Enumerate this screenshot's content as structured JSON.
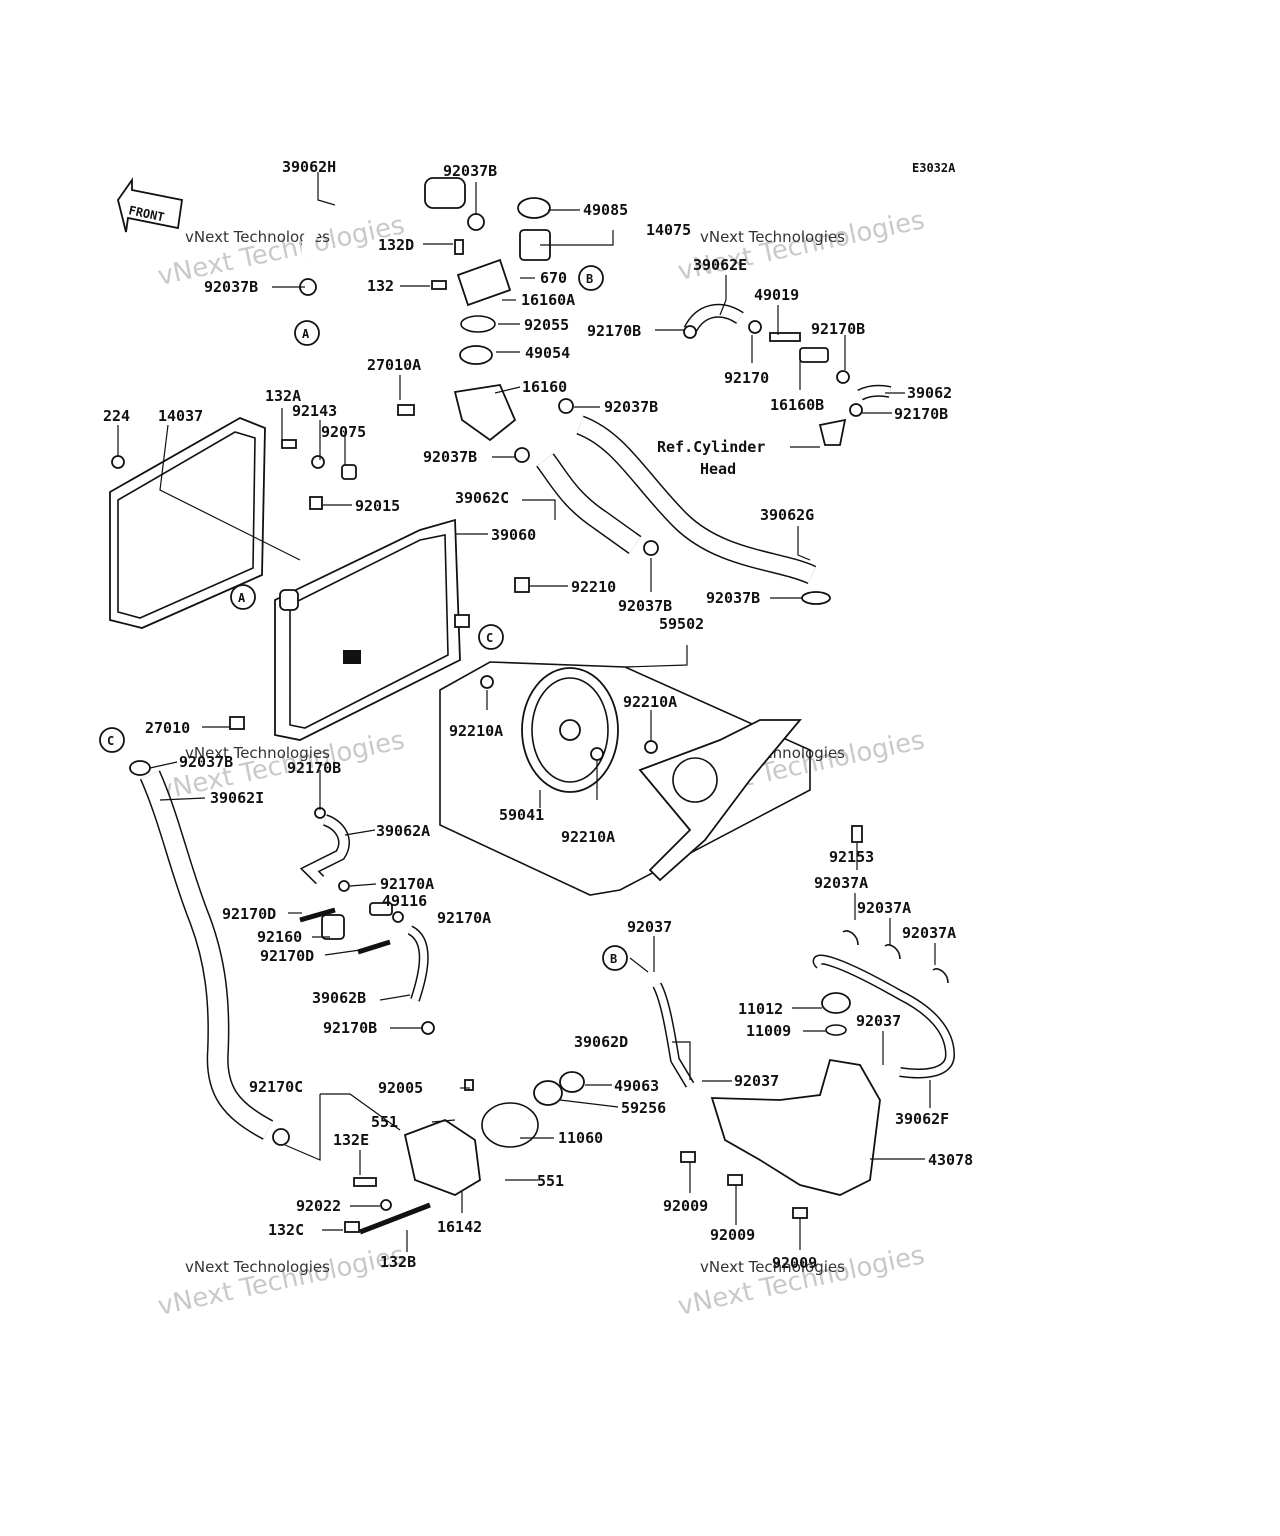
{
  "diagram_code": "E3032A",
  "front_label": "FRONT",
  "ref_cylinder": {
    "line1": "Ref.Cylinder",
    "line2": "Head"
  },
  "watermark": {
    "small": "vNext Technologies",
    "big": "vNext Technologies"
  },
  "callouts": {
    "A": "A",
    "B": "B",
    "C": "C"
  },
  "parts": [
    "39062H",
    "92037B",
    "49085",
    "14075",
    "132D",
    "132",
    "670",
    "16160A",
    "92037B",
    "92055",
    "49054",
    "27010A",
    "16160",
    "92037B",
    "92037B",
    "132A",
    "224",
    "14037",
    "92143",
    "92075",
    "92015",
    "39062C",
    "39060",
    "92210",
    "92037B",
    "39062E",
    "49019",
    "92170B",
    "92170",
    "92170B",
    "16160B",
    "39062",
    "92170B",
    "39062G",
    "92037B",
    "59502",
    "27010",
    "92210A",
    "92210A",
    "59041",
    "92210A",
    "92153",
    "92037B",
    "92170B",
    "39062I",
    "39062A",
    "92170A",
    "49116",
    "92170A",
    "92170D",
    "92160",
    "92170D",
    "39062B",
    "92170B",
    "92037A",
    "92037A",
    "92037A",
    "92037",
    "11012",
    "11009",
    "92037",
    "39062D",
    "92037",
    "39062F",
    "92005",
    "49063",
    "551",
    "59256",
    "11060",
    "92170C",
    "132E",
    "551",
    "92022",
    "16142",
    "132C",
    "132B",
    "43078",
    "92009",
    "92009",
    "92009"
  ]
}
